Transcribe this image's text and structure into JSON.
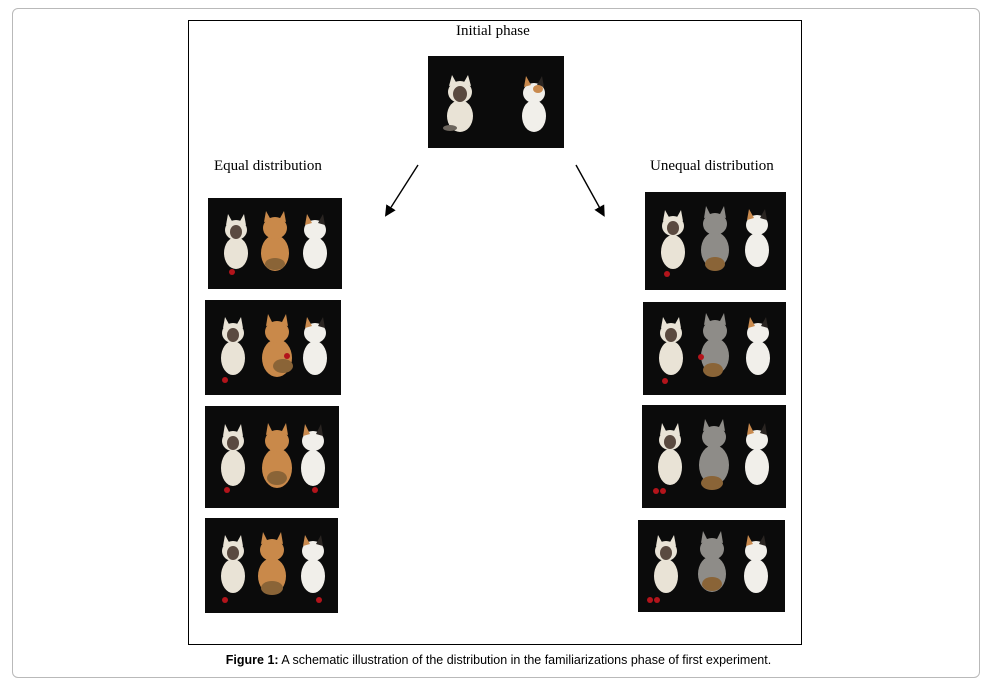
{
  "labels": {
    "initial": "Initial phase",
    "equal": "Equal distribution",
    "unequal": "Unequal distribution"
  },
  "caption": {
    "prefix": "Figure 1:",
    "text": " A schematic illustration of the distribution in the familiarizations phase of first experiment."
  },
  "colors": {
    "photo_background": "#0b0b0b",
    "siamese_body": "#e9e3d6",
    "siamese_face": "#5a4a40",
    "orange_cat": "#c9894a",
    "grey_cat": "#8e8c88",
    "calico_patch": "#c98a4e",
    "cherry": "#b3141b",
    "basket": "#8a6437"
  }
}
